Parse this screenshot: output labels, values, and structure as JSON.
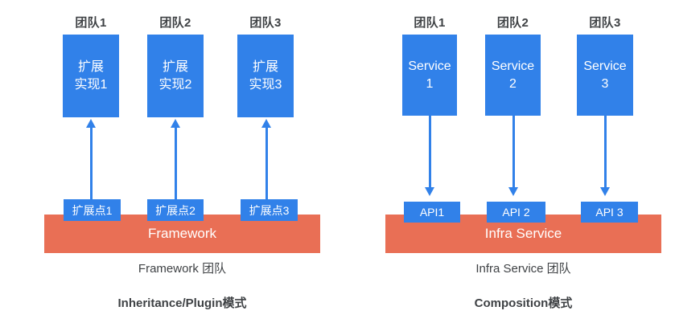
{
  "colors": {
    "blue": "#3181e9",
    "red": "#e96f55",
    "bar-text": "#ffffff",
    "box-text": "#ffffff",
    "team-label": "#3f4245",
    "caption": "#3f4245",
    "background": "#ffffff"
  },
  "left_panel": {
    "teams": [
      "团队1",
      "团队2",
      "团队3"
    ],
    "impl_boxes": [
      [
        "扩展",
        "实现1"
      ],
      [
        "扩展",
        "实现2"
      ],
      [
        "扩展",
        "实现3"
      ]
    ],
    "extension_points": [
      "扩展点1",
      "扩展点2",
      "扩展点3"
    ],
    "bar_label": "Framework",
    "owner_caption": "Framework 团队",
    "pattern_title": "Inheritance/Plugin模式"
  },
  "right_panel": {
    "teams": [
      "团队1",
      "团队2",
      "团队3"
    ],
    "service_boxes": [
      [
        "Service",
        "1"
      ],
      [
        "Service",
        "2"
      ],
      [
        "Service",
        "3"
      ]
    ],
    "apis": [
      "API1",
      "API 2",
      "API 3"
    ],
    "bar_label": "Infra Service",
    "owner_caption": "Infra Service 团队",
    "pattern_title": "Composition模式"
  }
}
